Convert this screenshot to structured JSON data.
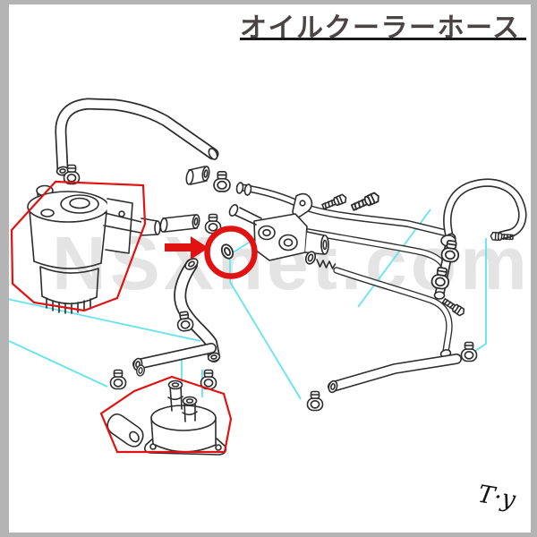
{
  "page": {
    "background": "#ffffff",
    "frame_color": "#b4b4b4"
  },
  "header": {
    "title": "オイルクーラーホース",
    "title_color": "#4b4444",
    "underline_color": "#1a1a1a"
  },
  "watermark": {
    "text": "NSXnet.com",
    "color": "#e4e4e4"
  },
  "signature": {
    "text": "T·y",
    "color": "#151515"
  },
  "diagram": {
    "kind": "exploded parts line illustration of oil cooler hoses",
    "line_color": "#2d2d2d",
    "leader_line_color": "#63e4ee",
    "highlight_color": "#e01212",
    "highlights": [
      {
        "name": "upper-left-assembly-outline",
        "shape": "polygon"
      },
      {
        "name": "lower-center-assembly-outline",
        "shape": "polygon"
      },
      {
        "name": "selected-part-ring",
        "shape": "circle"
      },
      {
        "name": "selected-part-arrow",
        "shape": "arrow"
      }
    ]
  }
}
